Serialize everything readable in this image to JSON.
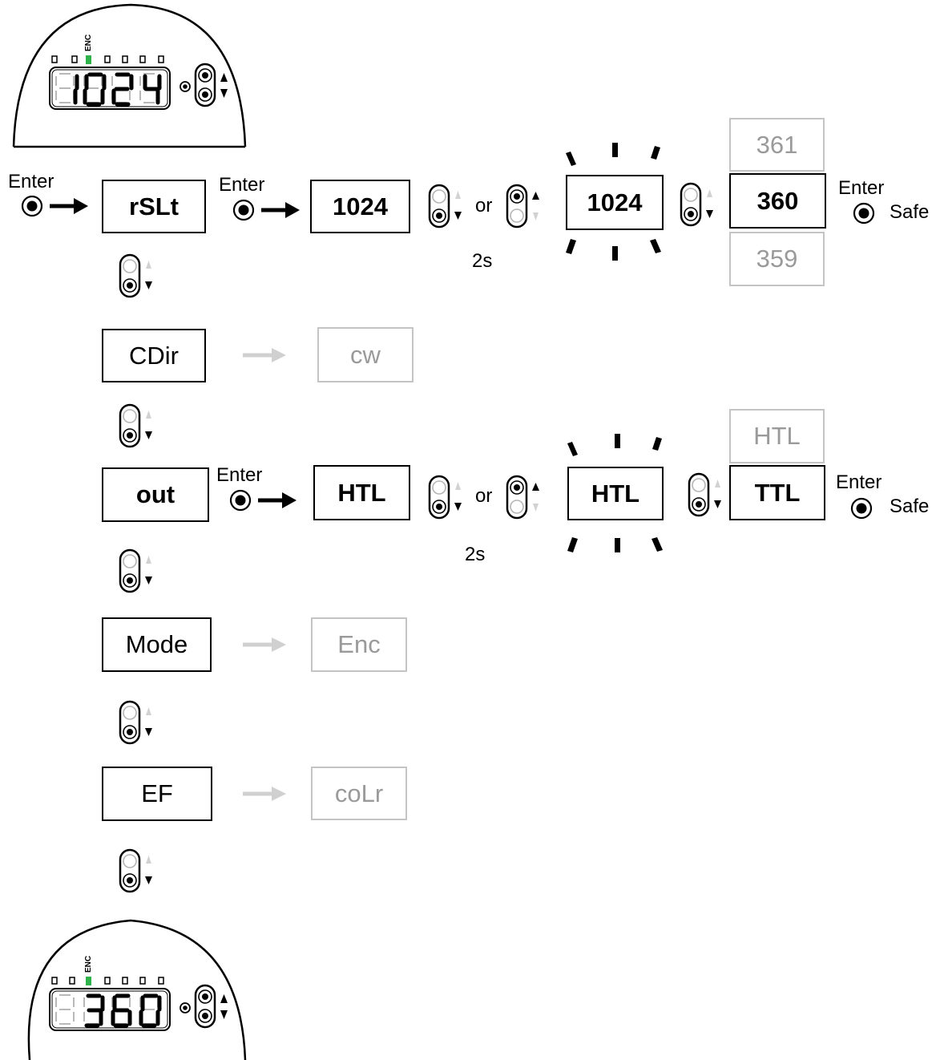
{
  "colors": {
    "ink": "#000000",
    "dim": "#9a9a9a",
    "dim_border": "#c4c4c4",
    "enc_led": "#2db34a"
  },
  "display_top": {
    "led_label": "ENC",
    "readout": "1024"
  },
  "display_bottom": {
    "led_label": "ENC",
    "readout": "360"
  },
  "menu": {
    "rslt": "rSLt",
    "cdir": "CDir",
    "out": "out",
    "mode": "Mode",
    "ef": "EF"
  },
  "values": {
    "rslt_current": "1024",
    "rslt_blink": "1024",
    "rslt_up": "361",
    "rslt_sel": "360",
    "rslt_down": "359",
    "cdir_value": "cw",
    "out_current": "HTL",
    "out_blink": "HTL",
    "out_up": "HTL",
    "out_sel": "TTL",
    "mode_value": "Enc",
    "ef_value": "coLr"
  },
  "labels": {
    "enter": "Enter",
    "or": "or",
    "hold": "2s",
    "save": "Safe"
  },
  "icons": [
    "enter-button-icon",
    "arrow-right-icon",
    "up-down-button-icon",
    "blink-ray-icon"
  ]
}
